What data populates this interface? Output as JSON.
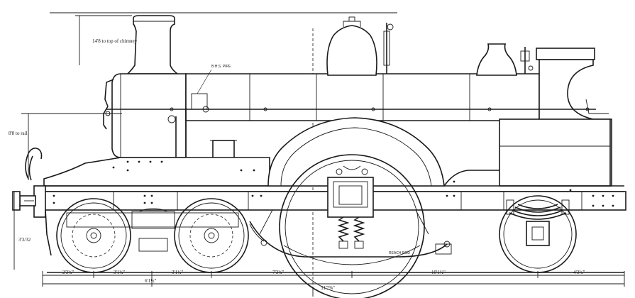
{
  "annotations": {
    "chimney_height": "14'8 to top of chimney",
    "boiler_centre": "8'8 to rail",
    "pipe_label": "B.H.S. PIPE",
    "buffer_height": "3'3/32"
  },
  "dimensions": {
    "front_overhang": "2'3¾\"",
    "leading_wheelbase_1": "3'1¼\"",
    "leading_wheelbase_2": "3'1¼\"",
    "bogie_centres": "6'1½\"",
    "bogie_to_driver": "7'3¾\"",
    "driver_to_trailing": "10'1½\"",
    "rear_overhang": "4'3¾\"",
    "overall_length": "31'7⅜\""
  },
  "small_labels": {
    "reach_rod": "REACH ROD"
  }
}
